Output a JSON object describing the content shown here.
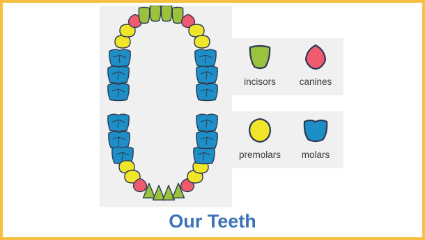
{
  "title": "Our Teeth",
  "legend": [
    {
      "key": "incisors",
      "label": "incisors",
      "color": "#9bc23c",
      "icon": "incisor-tooth-icon"
    },
    {
      "key": "canines",
      "label": "canines",
      "color": "#ef5a6e",
      "icon": "canine-tooth-icon"
    },
    {
      "key": "premolars",
      "label": "premolars",
      "color": "#f1e52a",
      "icon": "premolar-tooth-icon"
    },
    {
      "key": "molars",
      "label": "molars",
      "color": "#1e8fc6",
      "icon": "molar-tooth-icon"
    }
  ],
  "colors": {
    "incisors": "#9bc23c",
    "canines": "#ef5a6e",
    "premolars": "#f1e52a",
    "molars": "#1e8fc6",
    "outline": "#2b3a55",
    "frame": "#f6c043",
    "title": "#3c72b8"
  },
  "arches": {
    "upper": [
      "molars",
      "molars",
      "molars",
      "premolars",
      "premolars",
      "canines",
      "incisors",
      "incisors",
      "incisors",
      "incisors",
      "canines",
      "premolars",
      "premolars",
      "molars",
      "molars",
      "molars"
    ],
    "lower": [
      "molars",
      "molars",
      "molars",
      "premolars",
      "premolars",
      "canines",
      "incisors",
      "incisors",
      "incisors",
      "incisors",
      "canines",
      "premolars",
      "premolars",
      "molars",
      "molars",
      "molars"
    ]
  }
}
